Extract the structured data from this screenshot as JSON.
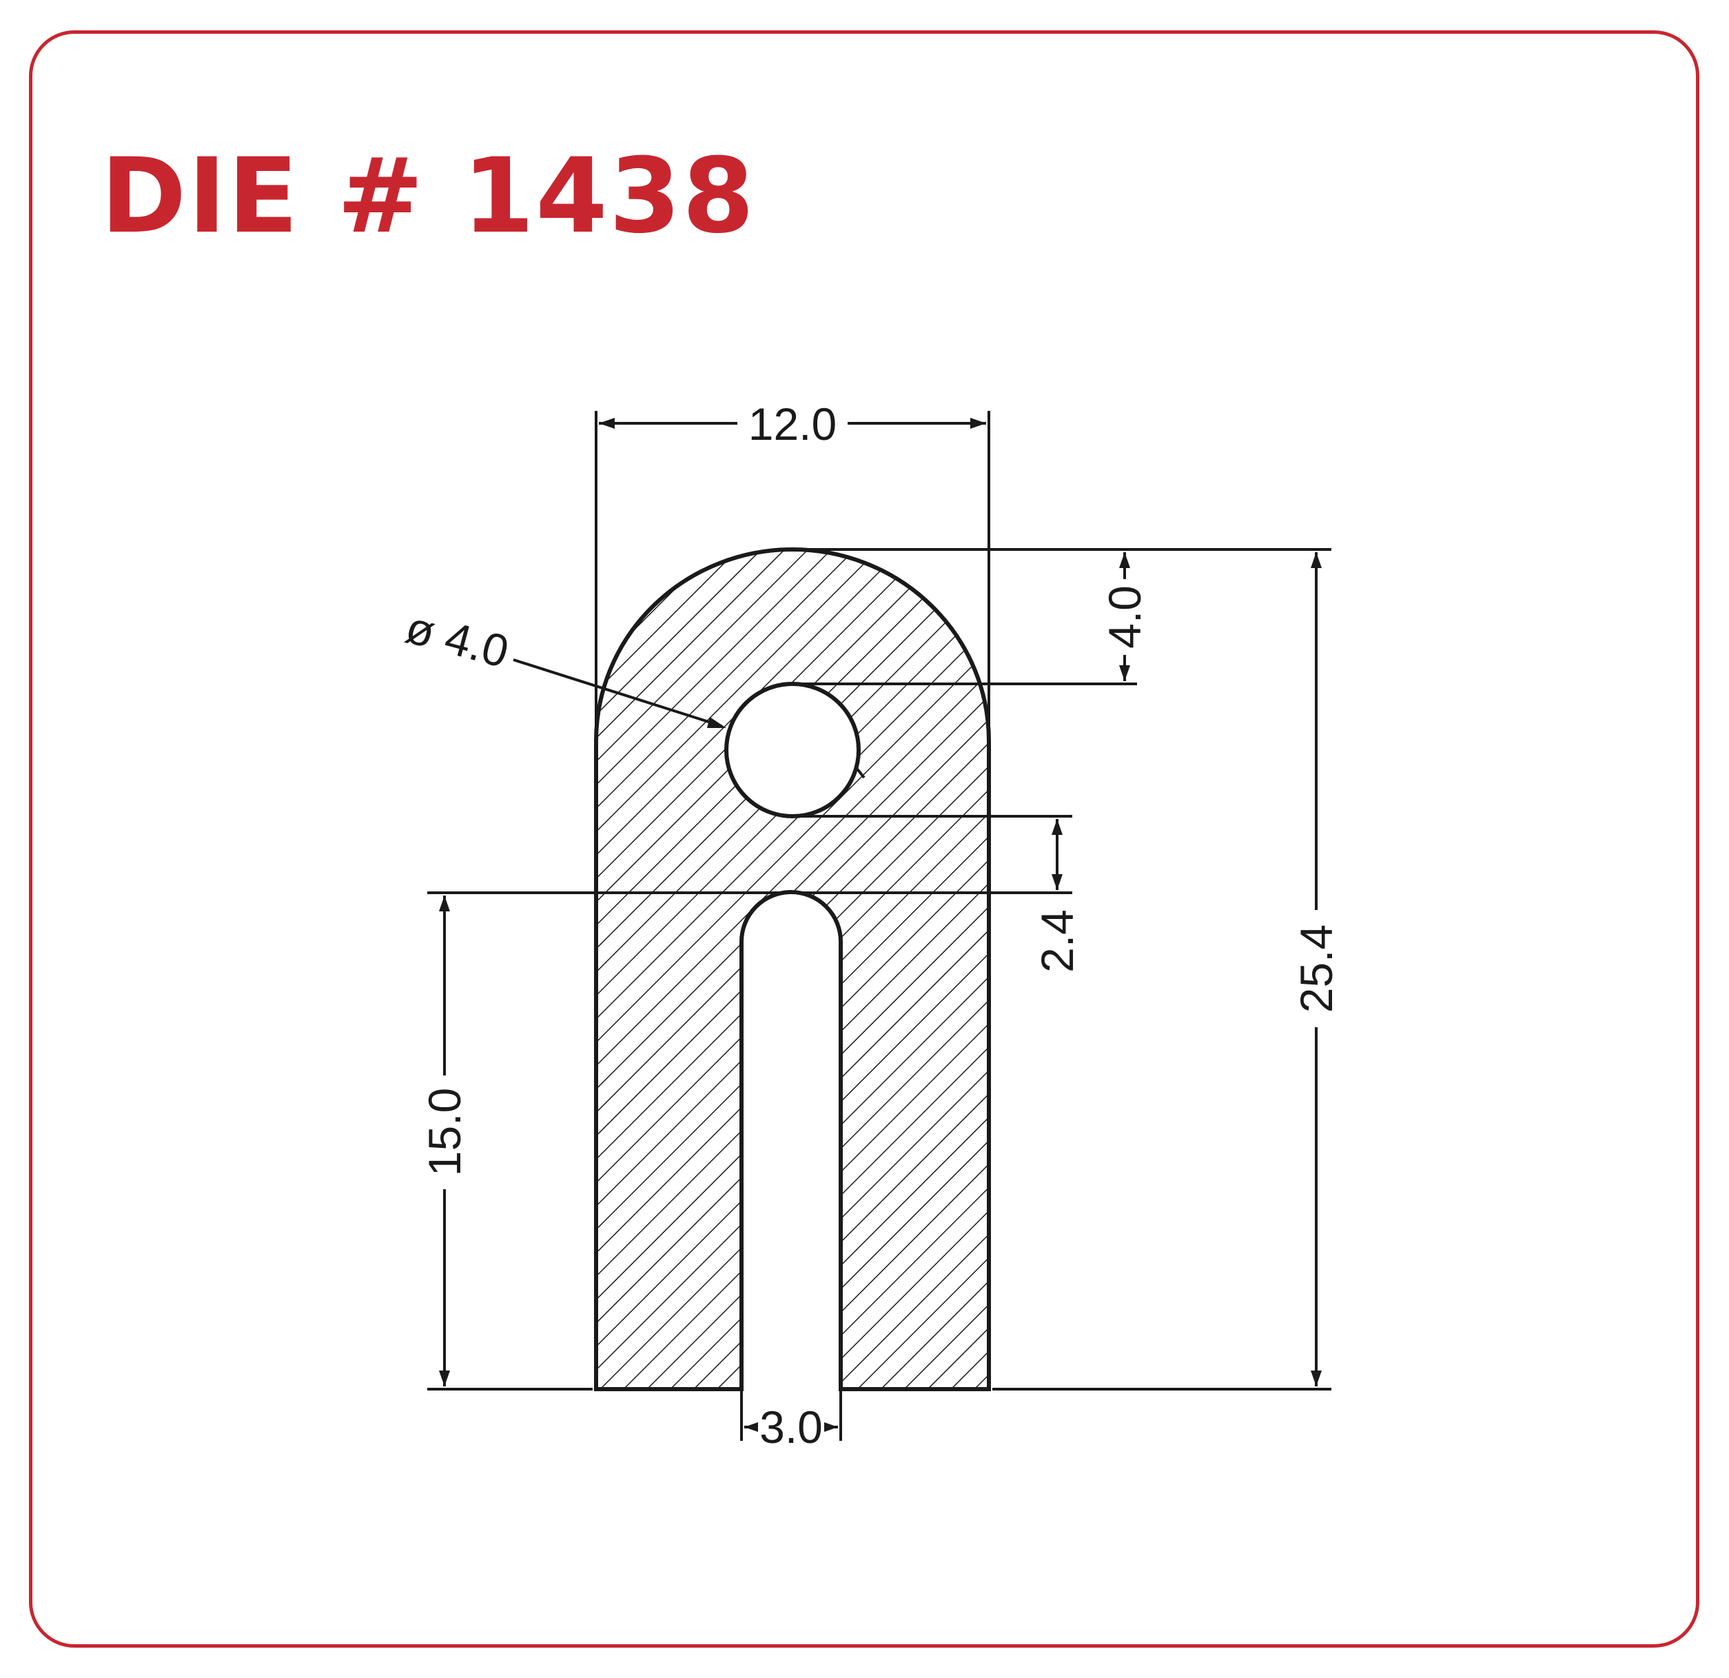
{
  "title": "DIE # 1438",
  "colors": {
    "accent": "#c8262f",
    "ink": "#1a1a1a",
    "background": "#ffffff"
  },
  "dimensions": {
    "overall_width": "12.0",
    "top_wall": "4.0",
    "hole_diameter": "ø 4.0",
    "bridge": "2.4",
    "overall_height": "25.4",
    "slot_depth": "15.0",
    "slot_width": "3.0"
  }
}
